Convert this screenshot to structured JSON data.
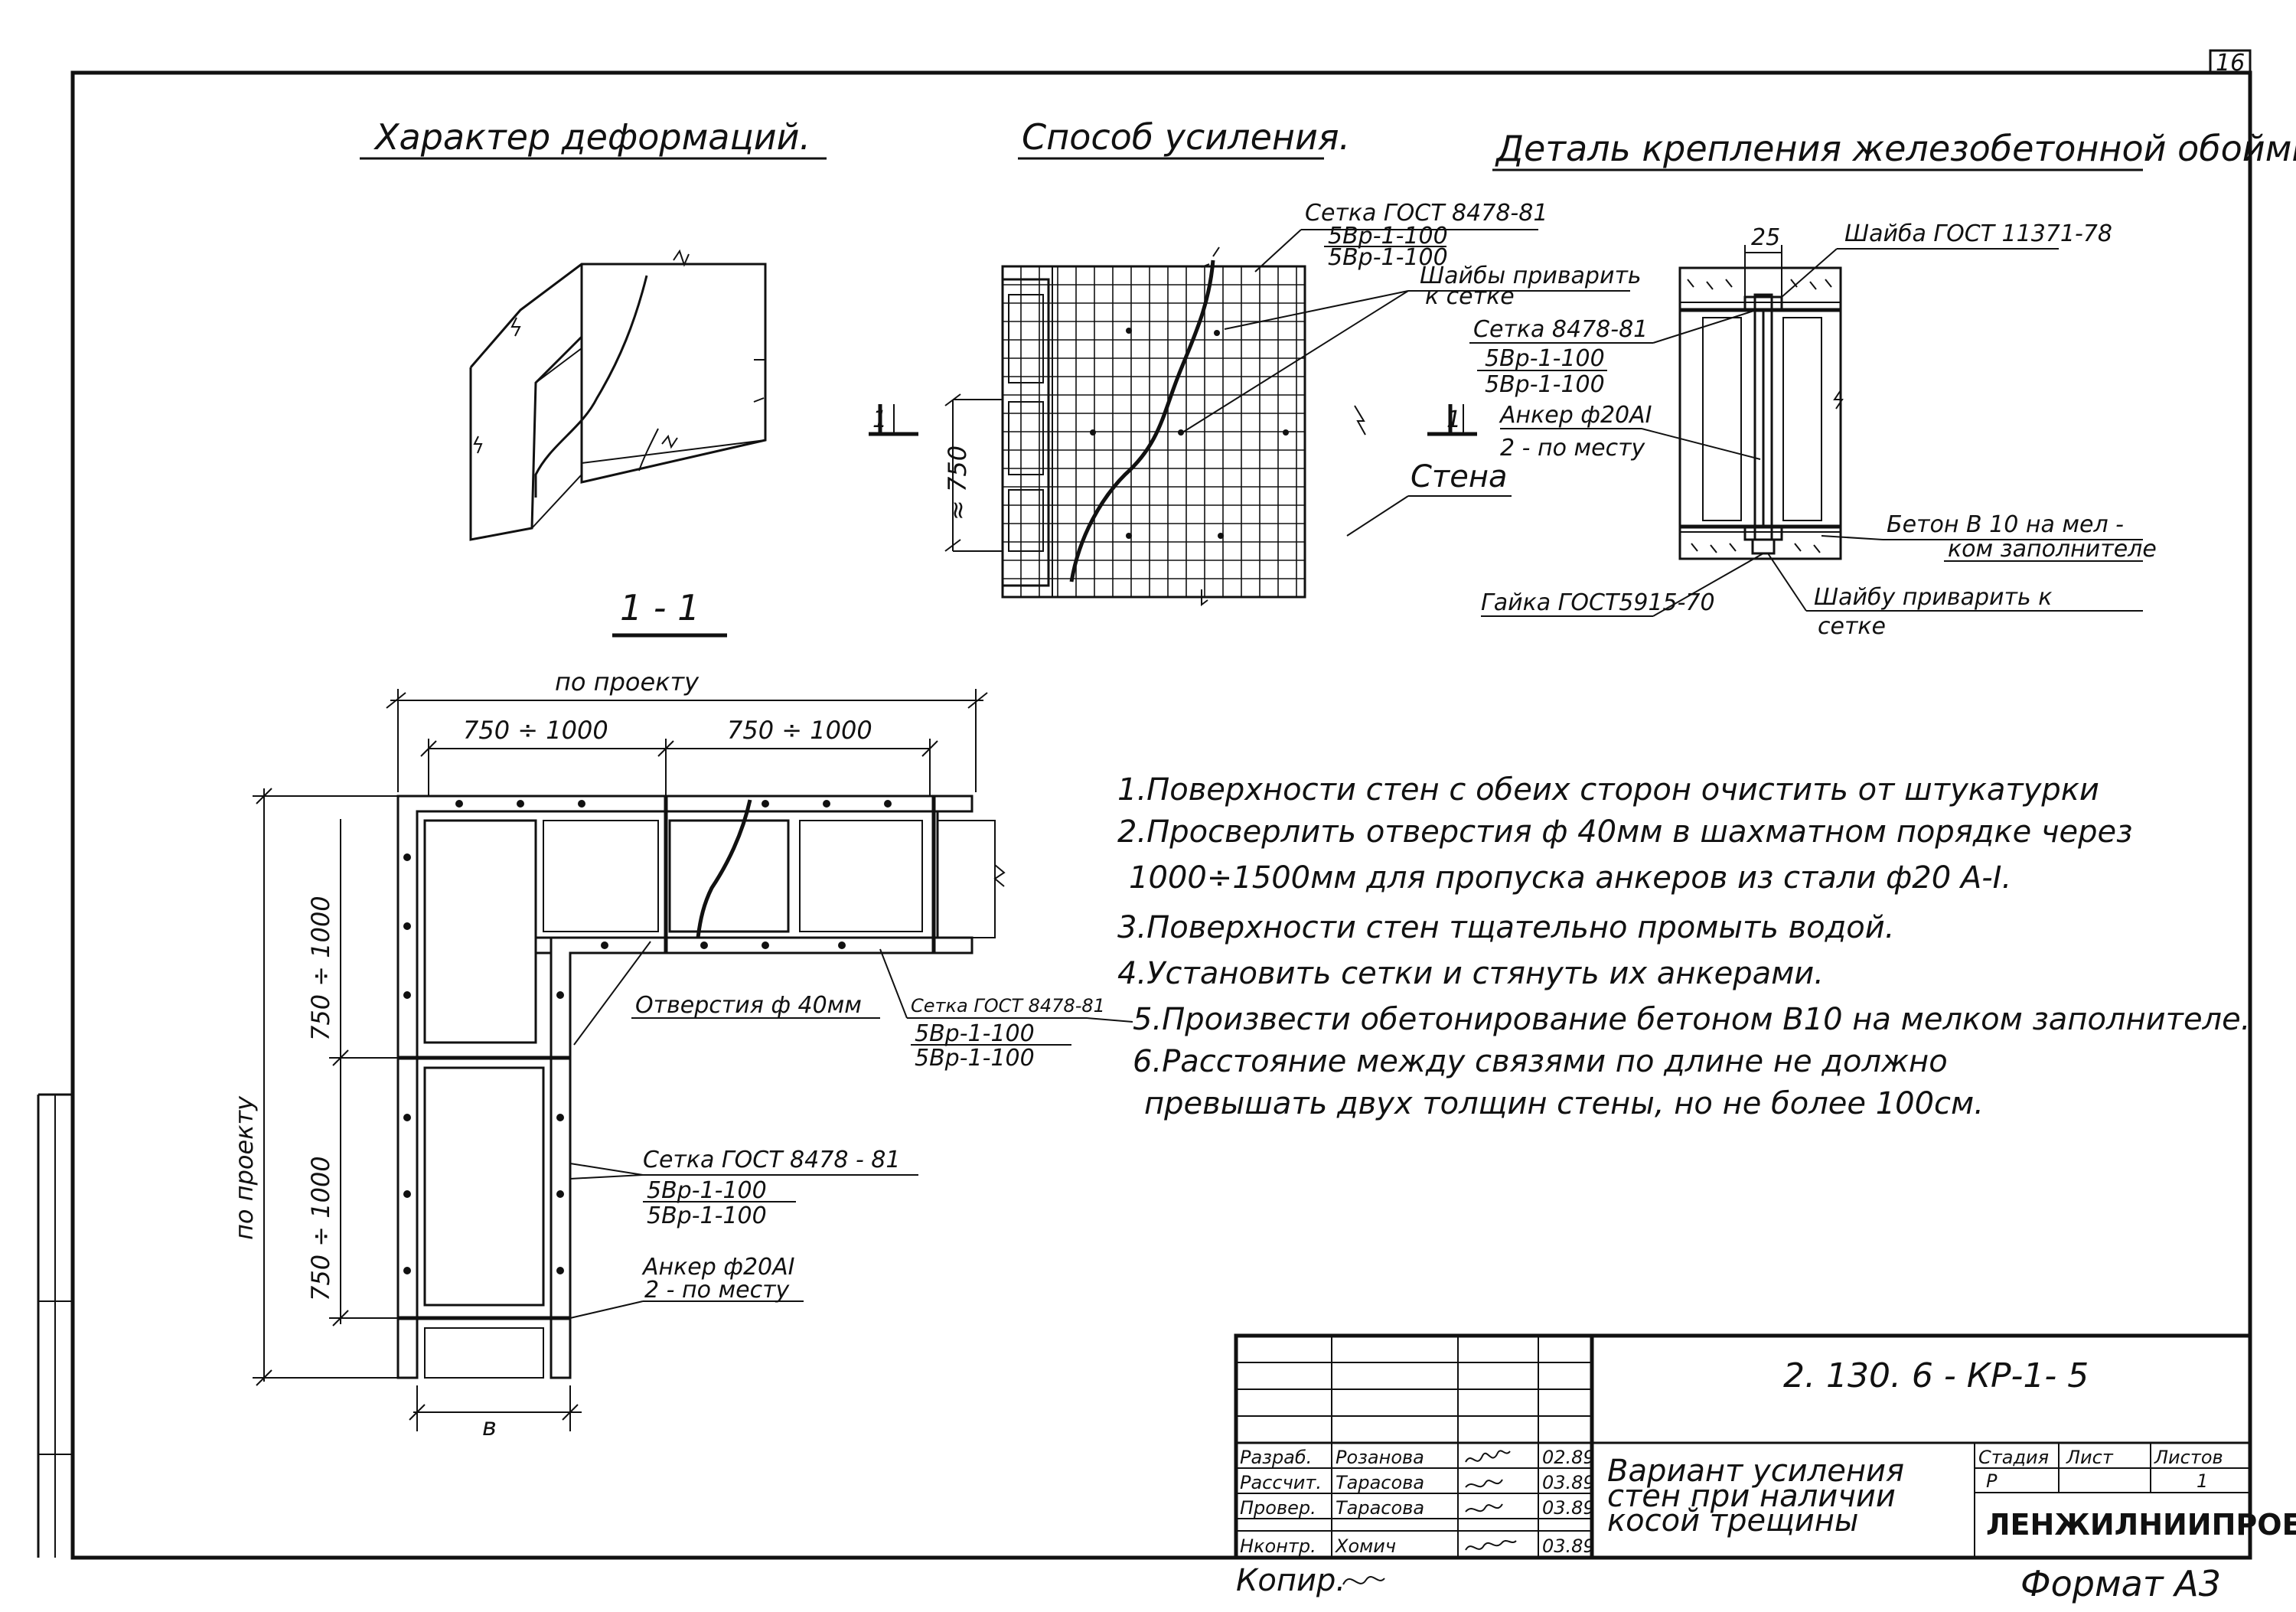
{
  "sheet_number": "16",
  "headings": {
    "deformation": "Характер деформаций.",
    "method": "Способ усиления.",
    "detail": "Деталь крепления железобетонной обоймы."
  },
  "section_mark": "1 - 1",
  "section_cut": "1",
  "method_labels": {
    "mesh_line1": "Сетка ГОСТ 8478-81",
    "mesh_line2": "5Вр-1-100",
    "mesh_line3": "5Вр-1-100",
    "washers_line1": "Шайбы приварить",
    "washers_line2": "к сетке",
    "dim_750": "≈ 750",
    "wall": "Стена"
  },
  "detail_labels": {
    "dim_25": "25",
    "washer_gost": "Шайба ГОСТ 11371-78",
    "mesh_line1": "Сетка 8478-81",
    "mesh_line2": "5Вр-1-100",
    "mesh_line3": "5Вр-1-100",
    "anchor_line1": "Анкер ф20АI",
    "anchor_line2": "2 - по месту",
    "concrete_line1": "Бетон В 10 на мел -",
    "concrete_line2": "ком заполнителе",
    "nut": "Гайка ГОСТ5915-70",
    "weld_line1": "Шайбу приварить  к",
    "weld_line2": "сетке"
  },
  "plan_labels": {
    "by_project_top": "по проекту",
    "dim_a": "750 ÷ 1000",
    "dim_b": "750 ÷ 1000",
    "dim_v1": "750 ÷ 1000",
    "dim_v2": "750 ÷ 1000",
    "by_project_side": "по проекту",
    "hole": "Отверстия ф 40мм",
    "mesh_right_1": "Сетка ГОСТ 8478-81",
    "mesh_right_2": "5Вр-1-100",
    "mesh_right_3": "5Вр-1-100",
    "mesh_left_1": "Сетка ГОСТ 8478 - 81",
    "mesh_left_2": "5Вр-1-100",
    "mesh_left_3": "5Вр-1-100",
    "anchor_1": "Анкер ф20АI",
    "anchor_2": "2 - по месту",
    "width_b": "в"
  },
  "notes": [
    "1.Поверхности стен с обеих сторон очистить от штукатурки",
    "2.Просверлить отверстия ф 40мм в шахматном порядке через",
    "1000÷1500мм для пропуска анкеров из стали  ф20 А-I.",
    "3.Поверхности стен тщательно промыть водой.",
    "4.Установить сетки и стянуть их анкерами.",
    "5.Произвести обетонирование бетоном В10 на мелком заполнителе.",
    "6.Расстояние между связями по длине не должно",
    "превышать двух толщин стены, но не более 100см."
  ],
  "title_block": {
    "code": "2. 130. 6 - КР-1- 5",
    "title_line1": "Вариант усиления",
    "title_line2": "стен при наличии",
    "title_line3": "косой    трещины",
    "stage_header": "Стадия",
    "sheet_header": "Лист",
    "sheets_header": "Листов",
    "stage": "Р",
    "sheets": "1",
    "organization": "ЛЕНЖИЛНИИПРОЕКТ",
    "people": [
      {
        "role": "Разраб.",
        "name": "Розанова",
        "date": "02.89"
      },
      {
        "role": "Рассчит.",
        "name": "Тарасова",
        "date": "03.89"
      },
      {
        "role": "Провер.",
        "name": "Тарасова",
        "date": "03.89"
      },
      {
        "role": "Нконтр.",
        "name": "Хомич",
        "date": "03.89"
      }
    ]
  },
  "copied": "Копир.",
  "format": "Формат А3"
}
